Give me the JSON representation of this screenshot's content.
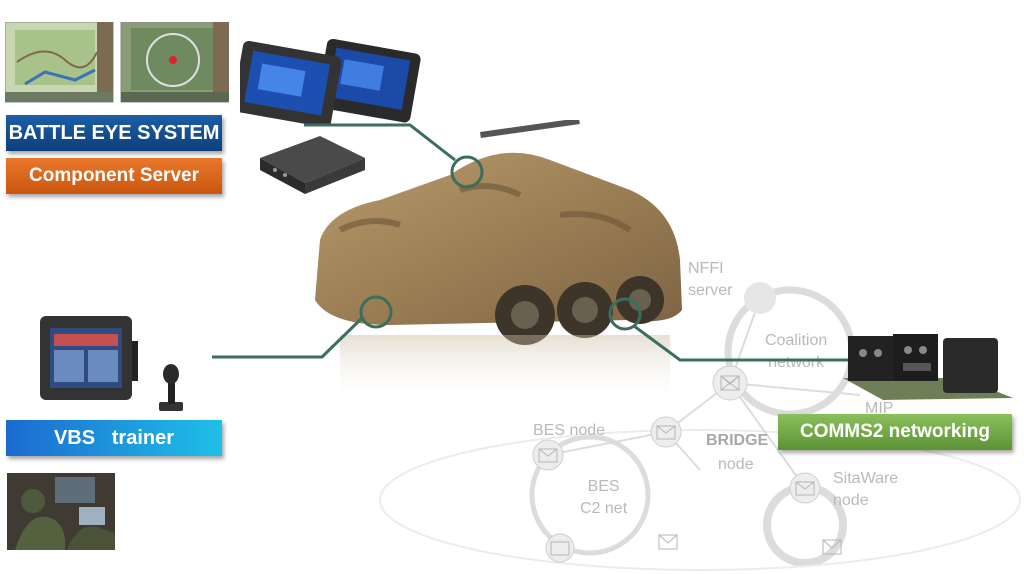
{
  "banners": {
    "battle_eye": "BATTLE EYE SYSTEM",
    "component_server": "Component Server",
    "vbs_trainer": "VBS   trainer",
    "comms2": "COMMS2 networking"
  },
  "network_labels": {
    "nffi_server": "NFFI\nserver",
    "coalition_network": "Coalition\nnetwork",
    "mip": "MIP",
    "bes_node": "BES node",
    "bridge": "BRIDGE",
    "bridge_node": "node",
    "bes_c2_net": "BES\nC2 net",
    "sitaware_node": "SitaWare\nnode"
  },
  "colors": {
    "connector_line": "#3b6e5e",
    "network_grey": "#d6d6d6",
    "battle_eye_banner": "#0d3f7c",
    "component_server_banner": "#c9560f",
    "vbs_banner": "#1ec0e8",
    "comms2_banner": "#5c9334"
  },
  "icons": {
    "map_screens": "map-screenshot",
    "tablets": "rugged-tablet",
    "server_box": "server-box",
    "vehicle": "armored-vehicle",
    "trainer_console": "trainer-console",
    "joystick": "joystick",
    "simulator_photo": "simulator-photo",
    "radio_equipment": "radio-equipment",
    "network_node": "envelope-node"
  }
}
